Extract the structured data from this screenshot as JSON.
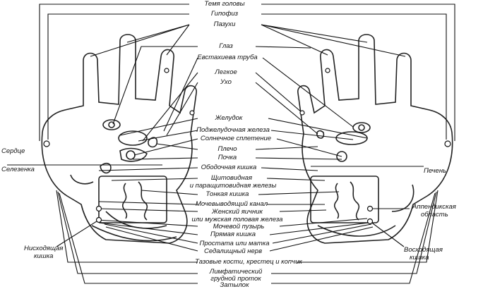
{
  "labels": {
    "crown": "Темя головы",
    "pituitary": "Гипофиз",
    "sinuses": "Пазухи",
    "eye": "Глаз",
    "eustachian": "Евстахиева труба",
    "lung": "Легкое",
    "ear": "Ухо",
    "stomach": "Желудок",
    "pancreas": "Поджелудочная железа",
    "solar": "Солнечное сплетение",
    "shoulder": "Плечо",
    "kidney": "Почка",
    "colon": "Ободочная кишка",
    "thyroid_1": "Щитовидная",
    "thyroid_2": "и паращитовидная железы",
    "small_int": "Тонкая кишка",
    "urethra": "Мочевыводящий канал",
    "ovary_1": "Женский яичник",
    "ovary_2": "или мужская половая железа",
    "bladder": "Мочевой пузырь",
    "rectum": "Прямая кишка",
    "prostate": "Простата или матка",
    "sciatic": "Седалищный нерв",
    "pelvic": "Тазовые кости, крестец и копчик",
    "lymph_1": "Лимфатический",
    "lymph_2": "грудной проток",
    "nape": "Затылок",
    "heart": "Сердце",
    "spleen": "Селезенка",
    "liver": "Печень",
    "appendix_1": "Аппендикская",
    "appendix_2": "область",
    "descending_1": "Нисходящая",
    "descending_2": "кишка",
    "ascending_1": "Восходящая",
    "ascending_2": "кишка"
  }
}
